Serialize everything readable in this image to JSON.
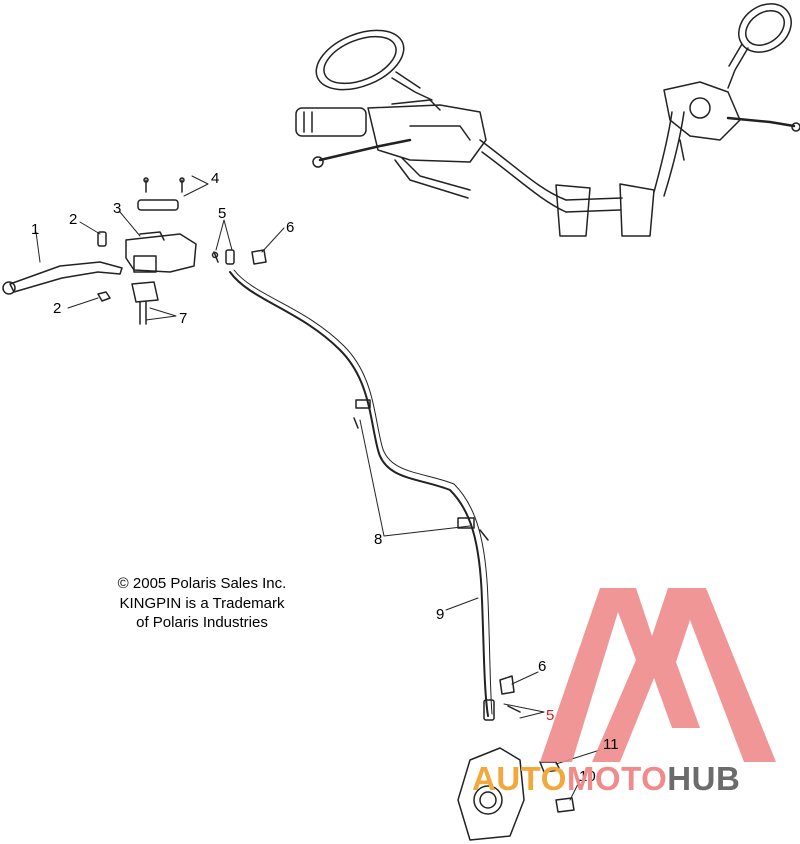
{
  "callouts": {
    "n1": "1",
    "n2a": "2",
    "n2b": "2",
    "n3": "3",
    "n4": "4",
    "n5a": "5",
    "n5b": "5",
    "n6a": "6",
    "n6b": "6",
    "n7": "7",
    "n8": "8",
    "n9": "9",
    "n10": "10",
    "n11": "11"
  },
  "copyright": {
    "line1": "© 2005 Polaris Sales Inc.",
    "line2": "KINGPIN is a Trademark",
    "line3": "of Polaris Industries"
  },
  "watermark": {
    "part1": "AUTO",
    "part2": "MOTO",
    "part3": "HUB",
    "colors": {
      "auto": "#f2a83a",
      "moto": "#ef8b8b",
      "hub": "#6b6b6b",
      "logo": "#ef8b8b"
    }
  }
}
